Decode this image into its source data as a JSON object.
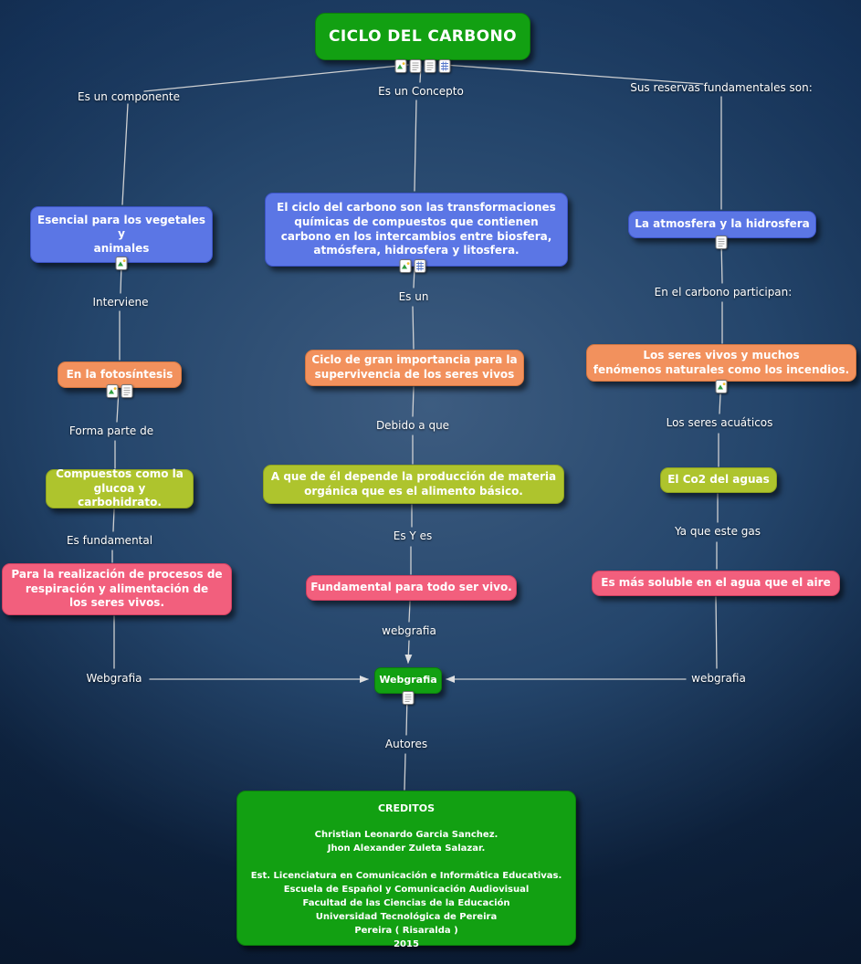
{
  "colors": {
    "bg-center": "#3d5c80",
    "bg-edge": "#071225",
    "green": "#12a012",
    "green-dark": "#0c7c0c",
    "blue": "#5b76e5",
    "blue-border": "#3d55c8",
    "orange": "#f2915d",
    "orange-border": "#d5763f",
    "lime": "#aec42d",
    "lime-border": "#8fa31f",
    "pink": "#f25f7d",
    "pink-border": "#d13f60",
    "wire": "#d8d8d8"
  },
  "map": {
    "title": "CICLO DEL CARBONO",
    "left": {
      "link_top": "Es un componente",
      "node_blue": "Esencial para los vegetales\ny\nanimales",
      "link_interviene": "Interviene",
      "node_orange": "En la fotosíntesis",
      "link_forma": "Forma parte de",
      "node_lime": "Compuestos como la\nglucoa y carbohidrato.",
      "link_fundamental": "Es fundamental",
      "node_pink": "Para la realización de procesos de\nrespiración y alimentación de\nlos seres vivos.",
      "link_webgrafia": "Webgrafia"
    },
    "center": {
      "link_top": "Es un Concepto",
      "node_blue": "El ciclo del carbono son las transformaciones\nquímicas de compuestos que contienen\ncarbono en los intercambios entre biosfera,\natmósfera, hidrosfera y litosfera.",
      "link_es_un": "Es un",
      "node_orange": "Ciclo de gran importancia para la\nsupervivencia de los seres vivos",
      "link_debido": "Debido a que",
      "node_lime": "A que de él depende la producción de materia\norgánica que es el alimento básico.",
      "link_es_y_es": "Es Y es",
      "node_pink": "Fundamental para todo ser vivo.",
      "link_webgrafia": "webgrafia"
    },
    "right": {
      "link_top": "Sus reservas fundamentales son:",
      "node_blue": "La atmosfera y la hidrosfera",
      "link_participan": "En el carbono participan:",
      "node_orange": "Los seres vivos y muchos\nfenómenos naturales como los incendios.",
      "link_acuaticos": "Los seres acuáticos",
      "node_lime": "El Co2 del aguas",
      "link_gas": "Ya que este gas",
      "node_pink": "Es más soluble en el agua que el aire",
      "link_webgrafia": "webgrafia"
    },
    "webgrafia_node": "Webgrafia",
    "link_autores": "Autores",
    "credits": {
      "title": "CREDITOS",
      "body": "Christian Leonardo Garcia Sanchez.\nJhon Alexander Zuleta Salazar.\n\nEst. Licenciatura en Comunicación e Informática Educativas.\nEscuela de Español y Comunicación Audiovisual\nFacultad de las Ciencias de la Educación\nUniversidad Tecnológica de Pereira\nPereira ( Risaralda )\n2015"
    },
    "icons": {
      "title": [
        "image-icon",
        "doc-icon",
        "doc-icon",
        "grid-icon"
      ],
      "left_blue": [
        "image-icon"
      ],
      "left_orange": [
        "image-icon",
        "doc-icon"
      ],
      "center_blue": [
        "image-icon",
        "grid-icon"
      ],
      "right_blue": [
        "doc-icon"
      ],
      "right_orange": [
        "image-icon"
      ],
      "webgrafia": [
        "doc-icon"
      ]
    }
  }
}
